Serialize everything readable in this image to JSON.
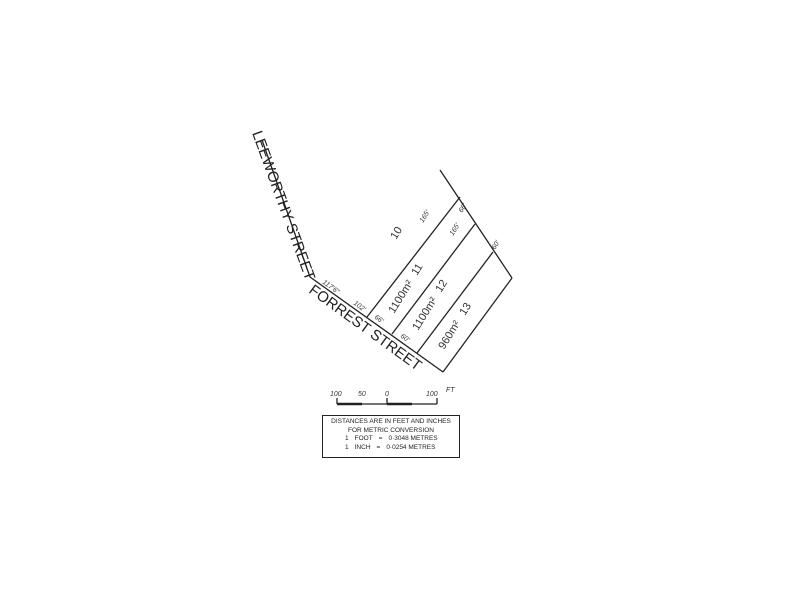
{
  "streets": {
    "leeworthy": "LEEWORTHY STREET",
    "forrest": "FORREST STREET"
  },
  "lots": [
    {
      "number": "10",
      "area": ""
    },
    {
      "number": "11",
      "area": "1100m²"
    },
    {
      "number": "12",
      "area": "1100m²"
    },
    {
      "number": "13",
      "area": "960m²"
    }
  ],
  "dimensions": [
    "117'6\"",
    "102'",
    "66'",
    "60'",
    "165'",
    "165'",
    "66'",
    "60'"
  ],
  "scale_bar": {
    "ticks": [
      "100",
      "50",
      "0",
      "100"
    ],
    "unit": "FT"
  },
  "legend": {
    "line1": "DISTANCES ARE IN FEET AND INCHES",
    "line2": "FOR METRIC CONVERSION",
    "foot": {
      "qty": "1",
      "unit": "FOOT",
      "eq": "=",
      "value": "0·3048 METRES"
    },
    "inch": {
      "qty": "1",
      "unit": "INCH",
      "eq": "=",
      "value": "0·0254 METRES"
    }
  }
}
